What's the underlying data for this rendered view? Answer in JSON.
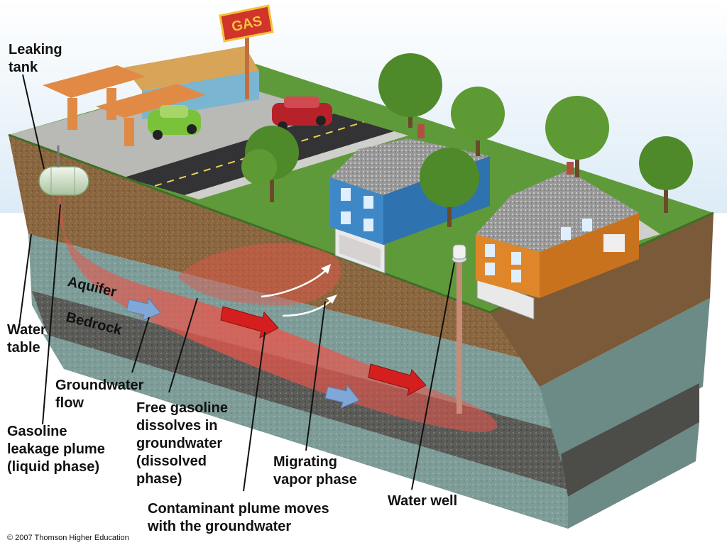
{
  "sign_text": "GAS",
  "labels": {
    "leaking_tank": [
      "Leaking",
      "tank"
    ],
    "aquifer": "Aquifer",
    "bedrock": "Bedrock",
    "water_table": [
      "Water",
      "table"
    ],
    "groundwater_flow": [
      "Groundwater",
      "flow"
    ],
    "gasoline_plume": [
      "Gasoline",
      "leakage plume",
      "(liquid phase)"
    ],
    "free_gasoline": [
      "Free gasoline",
      "dissolves in",
      "groundwater",
      "(dissolved",
      "phase)"
    ],
    "migrating_vapor": [
      "Migrating",
      "vapor phase"
    ],
    "water_well": "Water well",
    "contaminant_plume": [
      "Contaminant plume moves",
      "with the groundwater"
    ]
  },
  "copyright": "© 2007 Thomson Higher Education",
  "colors": {
    "soil": "#8a6640",
    "aquifer": "#7c9b98",
    "bedrock": "#5a5a57",
    "grass": "#5f9a3a",
    "plume": "#e0574a",
    "flow_arrow": "#7fa7d8",
    "contaminant_arrow": "#d51f1f",
    "sky": "#dfeef8"
  }
}
